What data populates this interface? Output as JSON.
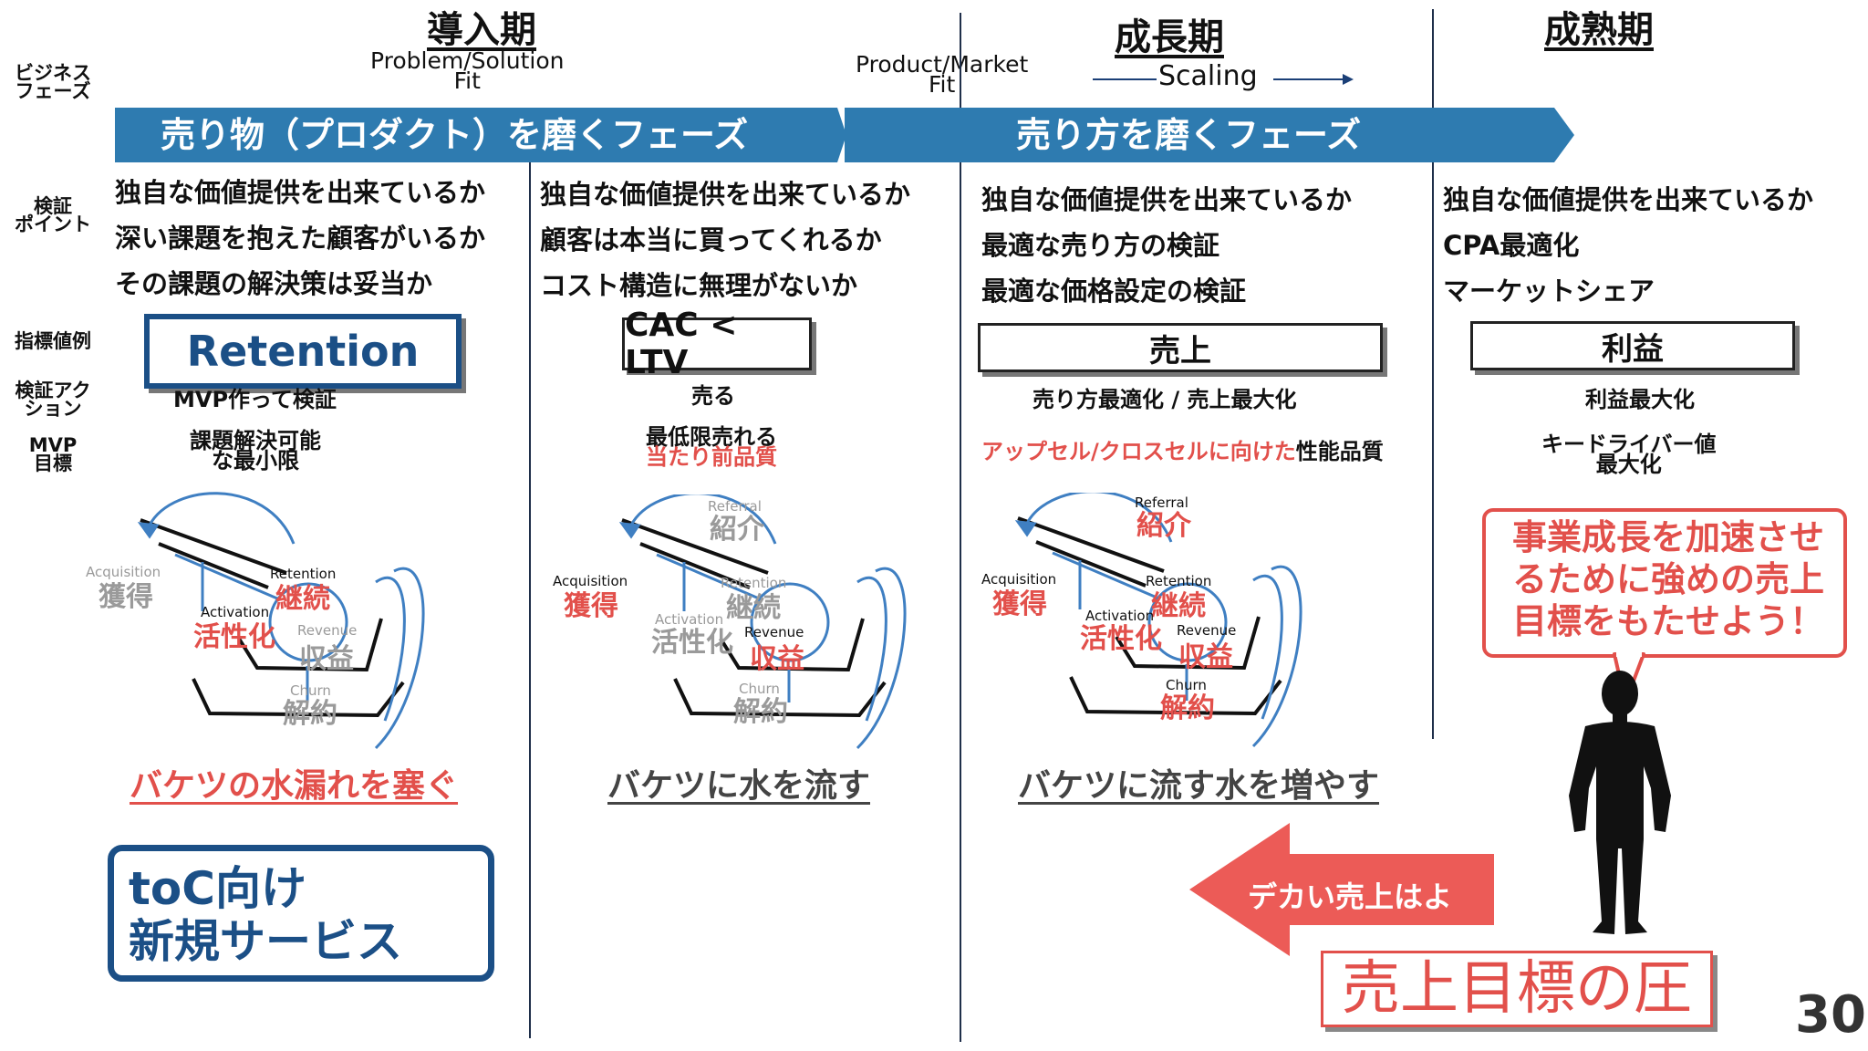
{
  "phases": {
    "intro": "導入期",
    "growth": "成長期",
    "mature": "成熟期"
  },
  "fits": {
    "problem_solution": "Problem/Solution\nFit",
    "product_market": "Product/Market\nFit",
    "scaling": "Scaling"
  },
  "row_labels": {
    "business_phase": "ビジネス\nフェーズ",
    "verification_points": "検証\nポイント",
    "metric_example": "指標値例",
    "verification_action": "検証アク\nション",
    "mvp_target": "MVP\n目標"
  },
  "banners": {
    "product_phase": "売り物（プロダクト）を磨くフェーズ",
    "selling_phase": "売り方を磨くフェーズ"
  },
  "columns": [
    {
      "checks": [
        "独自な価値提供を出来ているか",
        "深い課題を抱えた顧客がいるか",
        "その課題の解決策は妥当か"
      ],
      "metric": "Retention",
      "action": "MVP作って検証",
      "mvp_line1": "課題解決可能",
      "mvp_line2": "な最小限",
      "bucket_caption": "バケツの水漏れを塞ぐ"
    },
    {
      "checks": [
        "独自な価値提供を出来ているか",
        "顧客は本当に買ってくれるか",
        "コスト構造に無理がないか"
      ],
      "metric": "CAC < LTV",
      "action": "売る",
      "mvp_line1": "最低限売れる",
      "mvp_line2": "当たり前品質",
      "bucket_caption": "バケツに水を流す"
    },
    {
      "checks": [
        "独自な価値提供を出来ているか",
        "最適な売り方の検証",
        "最適な価格設定の検証"
      ],
      "metric": "売上",
      "action": "売り方最適化 / 売上最大化",
      "mvp_red": "アップセル/クロスセルに向けた",
      "mvp_black": "性能品質",
      "bucket_caption": "バケツに流す水を増やす"
    },
    {
      "checks": [
        "独自な価値提供を出来ているか",
        "CPA最適化",
        "マーケットシェア"
      ],
      "metric": "利益",
      "action": "利益最大化",
      "mvp_line1": "キードライバー値",
      "mvp_line2": "最大化"
    }
  ],
  "aarrr": {
    "referral_en": "Referral",
    "referral_jp": "紹介",
    "acquisition_en": "Acquisition",
    "acquisition_jp": "獲得",
    "activation_en": "Activation",
    "activation_jp": "活性化",
    "retention_en": "Retention",
    "retention_jp": "継続",
    "revenue_en": "Revenue",
    "revenue_jp": "収益",
    "churn_en": "Churn",
    "churn_jp": "解約"
  },
  "callouts": {
    "toc": "toC向け\n新規サービス",
    "speech": "事業成長を加速させ\nるために強めの売上\n目標をもたせよう！",
    "arrow_text": "デカい売上はよ",
    "pressure": "売上目標の圧"
  },
  "page_number": "30",
  "colors": {
    "banner_blue": "#2e7bb0",
    "navy": "#1b4f86",
    "accent_red": "#e2504b",
    "diagram_blue": "#3f7fc2"
  }
}
